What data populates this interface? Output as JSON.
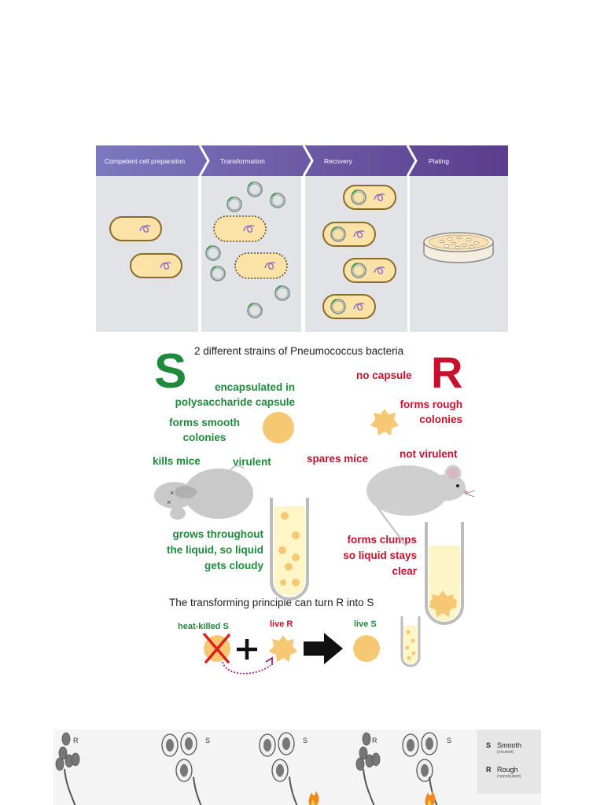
{
  "workflow": {
    "stages": [
      "Competent cell preparation",
      "Transformation",
      "Recovery",
      "Plating"
    ]
  },
  "griffith": {
    "title": "2 different strains of Pneumococcus bacteria",
    "s_strain": {
      "letter": "S",
      "capsule_l1": "encapsulated in",
      "capsule_l2": "polysaccharide capsule",
      "colonies_l1": "forms smooth",
      "colonies_l2": "colonies",
      "mice": "kills mice",
      "virulence": "virulent",
      "growth_l1": "grows throughout",
      "growth_l2": "the liquid, so liquid",
      "growth_l3": "gets cloudy"
    },
    "r_strain": {
      "letter": "R",
      "capsule": "no capsule",
      "colonies_l1": "forms rough",
      "colonies_l2": "colonies",
      "mice": "spares mice",
      "virulence": "not virulent",
      "growth_l1": "forms clumps",
      "growth_l2": "so liquid stays",
      "growth_l3": "clear"
    },
    "principle": "The transforming principle can turn R into S",
    "heat_killed": "heat-killed S",
    "live_r": "live R",
    "live_s": "live S",
    "colors": {
      "green": "#1f8a3b",
      "red": "#c8102e",
      "colony": "#f7c873",
      "dashed_arrow": "#a0218e"
    }
  },
  "strains": {
    "labels": [
      "R",
      "S",
      "S",
      "R",
      "S"
    ],
    "legend": [
      {
        "letter": "S",
        "name": "Smooth",
        "note": "(virulent)"
      },
      {
        "letter": "R",
        "name": "Rough",
        "note": "(nonvirulent)"
      }
    ]
  },
  "workflow_colors": {
    "header_dark": "#5a3d8c",
    "header_light": "#7d78bf",
    "column_bg": "#e2e3e7",
    "cell_fill": "#fbe3a8",
    "cell_stroke": "#8a6b2a",
    "dna": "#8c6cc4"
  }
}
